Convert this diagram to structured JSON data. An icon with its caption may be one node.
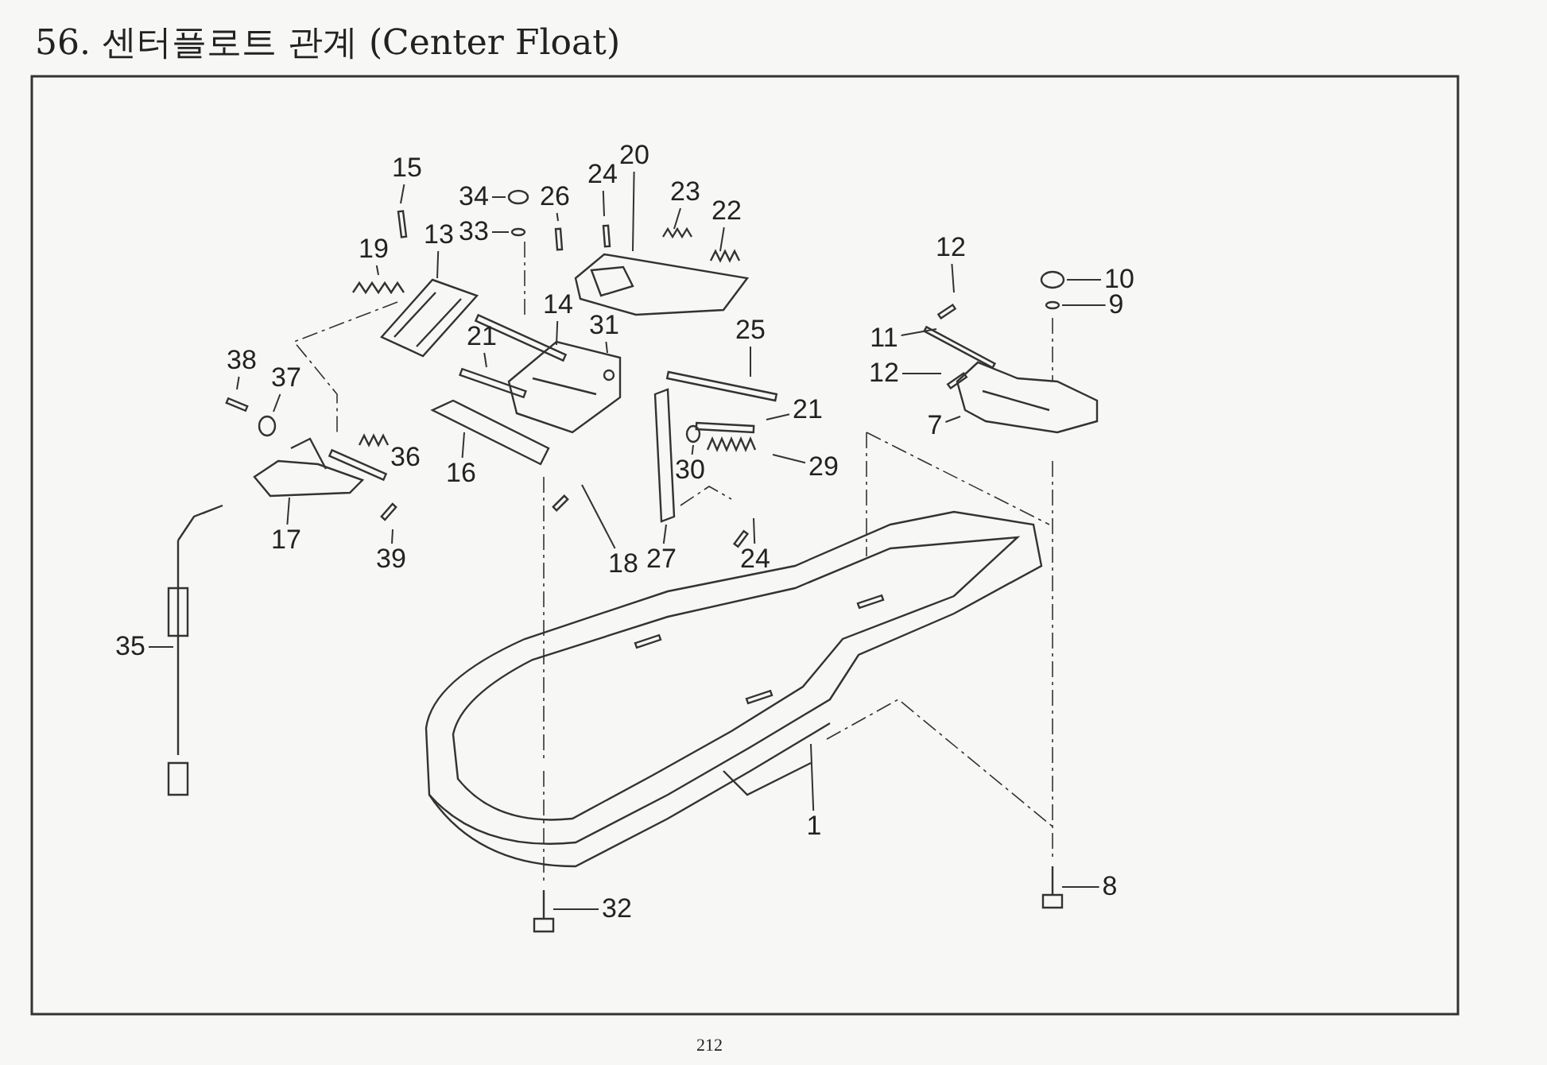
{
  "diagram": {
    "title": "56. 센터플로트 관계 (Center Float)",
    "nodes": [
      {
        "text": [
          "15"
        ]
      },
      {
        "text": [
          "20"
        ]
      },
      {
        "text": [
          "24"
        ]
      },
      {
        "text": [
          "34"
        ]
      },
      {
        "text": [
          "26"
        ]
      },
      {
        "text": [
          "23"
        ]
      },
      {
        "text": [
          "22"
        ]
      },
      {
        "text": [
          "33"
        ]
      },
      {
        "text": [
          "13"
        ]
      },
      {
        "text": [
          "12"
        ]
      },
      {
        "text": [
          "19"
        ]
      },
      {
        "text": [
          "10"
        ]
      },
      {
        "text": [
          "9"
        ]
      },
      {
        "text": [
          "14"
        ]
      },
      {
        "text": [
          "31"
        ]
      },
      {
        "text": [
          "25"
        ]
      },
      {
        "text": [
          "21"
        ]
      },
      {
        "text": [
          "11"
        ]
      },
      {
        "text": [
          "38"
        ]
      },
      {
        "text": [
          "12"
        ]
      },
      {
        "text": [
          "37"
        ]
      },
      {
        "text": [
          "21"
        ]
      },
      {
        "text": [
          "7"
        ]
      },
      {
        "text": [
          "36"
        ]
      },
      {
        "text": [
          "30"
        ]
      },
      {
        "text": [
          "29"
        ]
      },
      {
        "text": [
          "16"
        ]
      },
      {
        "text": [
          "17"
        ]
      },
      {
        "text": [
          "18"
        ]
      },
      {
        "text": [
          "27"
        ]
      },
      {
        "text": [
          "24"
        ]
      },
      {
        "text": [
          "39"
        ]
      },
      {
        "text": [
          "35"
        ]
      },
      {
        "text": [
          "1"
        ]
      },
      {
        "text": [
          "8"
        ]
      },
      {
        "text": [
          "32"
        ]
      }
    ],
    "edges": [
      {
        "from": 0,
        "to": null,
        "arrow": "none"
      },
      {
        "from": 1,
        "to": null,
        "arrow": "none"
      },
      {
        "from": 2,
        "to": null,
        "arrow": "none"
      },
      {
        "from": 3,
        "to": null,
        "arrow": "none"
      },
      {
        "from": 4,
        "to": null,
        "arrow": "none"
      },
      {
        "from": 5,
        "to": null,
        "arrow": "none"
      },
      {
        "from": 6,
        "to": null,
        "arrow": "none"
      },
      {
        "from": 7,
        "to": null,
        "arrow": "none"
      },
      {
        "from": 8,
        "to": null,
        "arrow": "none"
      },
      {
        "from": 9,
        "to": null,
        "arrow": "none"
      },
      {
        "from": 10,
        "to": null,
        "arrow": "none"
      },
      {
        "from": 11,
        "to": null,
        "arrow": "none"
      },
      {
        "from": 12,
        "to": null,
        "arrow": "none"
      },
      {
        "from": 13,
        "to": null,
        "arrow": "none"
      },
      {
        "from": 14,
        "to": null,
        "arrow": "none"
      },
      {
        "from": 15,
        "to": null,
        "arrow": "none"
      },
      {
        "from": 16,
        "to": null,
        "arrow": "none"
      },
      {
        "from": 17,
        "to": null,
        "arrow": "none"
      },
      {
        "from": 18,
        "to": null,
        "arrow": "none"
      },
      {
        "from": 19,
        "to": null,
        "arrow": "none"
      },
      {
        "from": 20,
        "to": null,
        "arrow": "none"
      },
      {
        "from": 21,
        "to": null,
        "arrow": "none"
      },
      {
        "from": 22,
        "to": null,
        "arrow": "none"
      },
      {
        "from": 23,
        "to": null,
        "arrow": "none"
      },
      {
        "from": 24,
        "to": null,
        "arrow": "none"
      },
      {
        "from": 25,
        "to": null,
        "arrow": "none"
      },
      {
        "from": 26,
        "to": null,
        "arrow": "none"
      },
      {
        "from": 27,
        "to": null,
        "arrow": "none"
      },
      {
        "from": 28,
        "to": null,
        "arrow": "none"
      },
      {
        "from": 29,
        "to": null,
        "arrow": "none"
      },
      {
        "from": 30,
        "to": null,
        "arrow": "none"
      },
      {
        "from": 31,
        "to": null,
        "arrow": "none"
      },
      {
        "from": 32,
        "to": null,
        "arrow": "none"
      },
      {
        "from": 33,
        "to": null,
        "arrow": "none"
      },
      {
        "from": 34,
        "to": null,
        "arrow": "none"
      },
      {
        "from": 35,
        "to": null,
        "arrow": "none"
      }
    ],
    "labels": [
      "212"
    ]
  }
}
